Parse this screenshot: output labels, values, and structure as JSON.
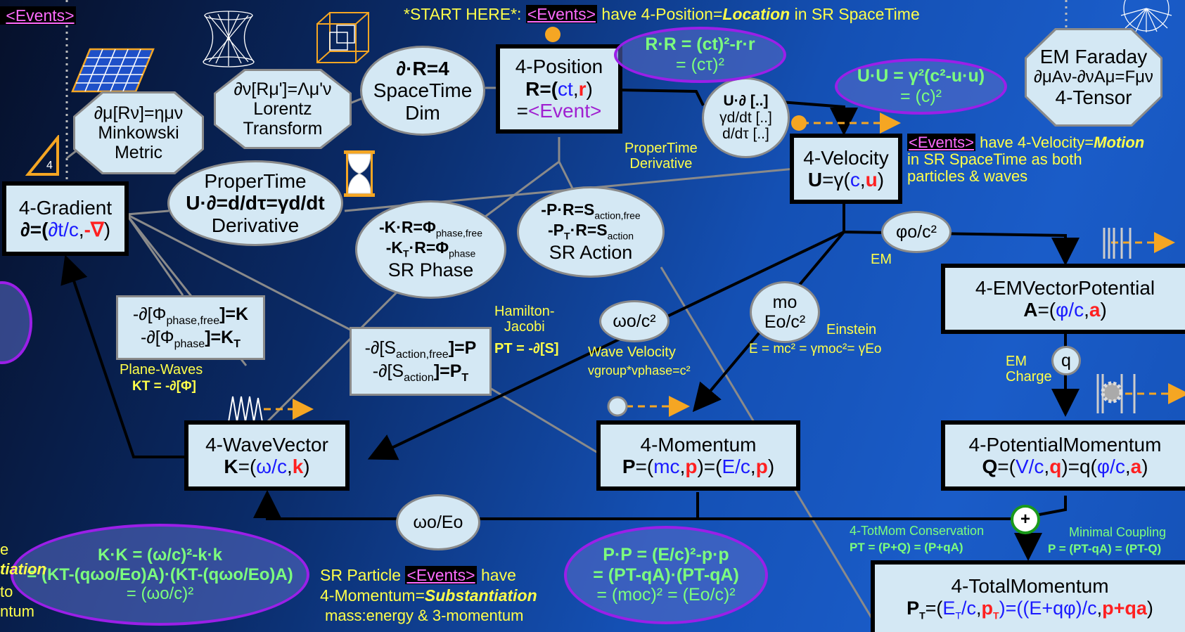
{
  "header": {
    "start_here": "*START HERE*:",
    "events": "<Events>",
    "have_text": "have 4-Position=",
    "location": "Location",
    "in_sr": "in SR SpaceTime",
    "top_left_events": "<Events>"
  },
  "nodes": {
    "position": {
      "title": "4-Position",
      "eq_prefix": "R=(",
      "ct": "ct",
      "comma": ",",
      "r": "r",
      "close": ")",
      "eq2": "=",
      "event": "<Event>"
    },
    "velocity": {
      "title": "4-Velocity",
      "eq_prefix": "U=γ(",
      "c": "c",
      "comma": ",",
      "u": "u",
      "close": ")"
    },
    "gradient": {
      "title": "4-Gradient",
      "eq_prefix": "∂=(",
      "dt": "∂t",
      "slash_c": "/c",
      "comma": ",",
      "nabla": "-∇",
      "close": ")"
    },
    "wavevector": {
      "title": "4-WaveVector",
      "eq_prefix": "K=(",
      "w": "ω/c",
      "comma": ",",
      "k": "k",
      "close": ")"
    },
    "momentum": {
      "title": "4-Momentum",
      "eq_prefix": "P=(",
      "mc": "mc",
      "comma1": ",",
      "p1": "p",
      "mid": ")=(",
      "ec": "E/c",
      "comma2": ",",
      "p2": "p",
      "close": ")"
    },
    "emvector": {
      "title": "4-EMVectorPotential",
      "eq_prefix": "A=(",
      "phi": "φ/c",
      "comma": ",",
      "a": "a",
      "close": ")"
    },
    "potmom": {
      "title": "4-PotentialMomentum",
      "eq_prefix": "Q=(",
      "vc": "V/c",
      "comma1": ",",
      "q": "q",
      "mid": ")=q(",
      "phi": "φ/c",
      "comma2": ",",
      "a": "a",
      "close": ")"
    },
    "totmom": {
      "title": "4-TotalMomentum",
      "eq_prefix": "P",
      "sub_t": "T",
      "eq_open": "=(",
      "et": "E",
      "et_sub": "T",
      "et_c": "/c",
      "comma": ",",
      "pt": "p",
      "pt_sub": "T",
      "mid": ")=((E+qφ)/c",
      "comma2": ",",
      "p_qa": "p+qa",
      "close": ")"
    }
  },
  "ellipses": {
    "dr": {
      "line1": "∂·R=4",
      "line2": "SpaceTime",
      "line3": "Dim"
    },
    "propertime": {
      "line1": "ProperTime",
      "line2": "U·∂=d/dτ=γd/dt",
      "line3": "Derivative"
    },
    "phase": {
      "line1": "-K·R=Φ",
      "sub1": "phase,free",
      "line2": "-K",
      "sub2": "T",
      "line2b": "·R=Φ",
      "sub2b": "phase",
      "line3": "SR Phase"
    },
    "action": {
      "line1": "-P·R=S",
      "sub1": "action,free",
      "line2": "-P",
      "sub2": "T",
      "line2b": "·R=S",
      "sub2b": "action",
      "line3": "SR Action"
    },
    "ud": {
      "line1": "U·∂ [..]",
      "line2": "γd/dt [..]",
      "line3": "d/dτ [..]"
    },
    "phi_c2": {
      "text": "φo/c²"
    },
    "w_c2": {
      "text": "ωo/c²"
    },
    "m_e": {
      "line1": "mo",
      "line2": "Eo/c²"
    },
    "w_e": {
      "text": "ωo/Eo"
    },
    "q": {
      "text": "q"
    }
  },
  "octagons": {
    "minkowski": {
      "line1": "∂μ[Rν]=ημν",
      "line2": "Minkowski",
      "line3": "Metric"
    },
    "lorentz": {
      "line1": "∂ν[Rμ']=Λμ'ν",
      "line2": "Lorentz",
      "line3": "Transform"
    },
    "faraday": {
      "line1": "EM Faraday",
      "line2": "∂μAν-∂νAμ=Fμν",
      "line3": "4-Tensor"
    }
  },
  "gray_boxes": {
    "phase_box": {
      "line1": "-∂[Φ",
      "sub1": "phase,free",
      "line1b": "]=K",
      "line2": "-∂[Φ",
      "sub2": "phase",
      "line2b": "]=K",
      "sub2b": "T"
    },
    "action_box": {
      "line1": "-∂[S",
      "sub1": "action,free",
      "line1b": "]=P",
      "line2": "-∂[S",
      "sub2": "action",
      "line2b": "]=P",
      "sub2b": "T"
    }
  },
  "purple_ellipses": {
    "rr": {
      "line1": "R·R = (ct)²-r·r",
      "line2": "= (cτ)²"
    },
    "uu": {
      "line1": "U·U = γ²(c²-u·u)",
      "line2": "= (c)²"
    },
    "kk": {
      "line1": "K·K = (ω/c)²-k·k",
      "line2": "= (KT-(qωo/Eo)A)·(KT-(qωo/Eo)A)",
      "line3": "= (ωo/c)²"
    },
    "pp": {
      "line1": "P·P = (E/c)²-p·p",
      "line2": "= (PT-qA)·(PT-qA)",
      "line3": "= (moc)² = (Eo/c)²"
    }
  },
  "labels": {
    "propertime_deriv": "ProperTime\nDerivative",
    "events_velocity_1": "<Events>",
    "events_velocity_2": "have 4-Velocity=",
    "motion": "Motion",
    "events_velocity_3": "in SR SpaceTime as both",
    "events_velocity_4": "particles & waves",
    "em": "EM",
    "hamilton": "Hamilton-\nJacobi",
    "hamilton_eq": "PT = -∂[S]",
    "wave_velocity": "Wave Velocity",
    "wave_velocity_eq": "vgroup*vphase=c²",
    "einstein": "Einstein",
    "einstein_eq": "E = mc² = γmoc²= γEo",
    "plane_waves": "Plane-Waves",
    "plane_waves_eq": "KT = -∂[Φ]",
    "em_charge": "EM\nCharge",
    "totmom_cons": "4-TotMom Conservation",
    "totmom_cons_eq": "PT = (P+Q) = (P+qA)",
    "min_coupling": "Minimal Coupling",
    "min_coupling_eq": "P = (PT-qA) = (PT-Q)",
    "sr_particle_1": "SR Particle",
    "sr_particle_events": "<Events>",
    "sr_particle_2": "have",
    "sr_particle_3": "4-Momentum=",
    "substantiation": "Substantiation",
    "sr_particle_4": "mass:energy & 3-momentum",
    "left_e": "e",
    "left_tiation": "tiation",
    "left_to": "to",
    "left_ntum": "ntum",
    "plus": "+",
    "four": "4"
  },
  "colors": {
    "node_fill": "#d4e8f4",
    "label_yellow": "#ffff4a",
    "label_green": "#7dff7d",
    "purple_border": "#9b1fe8",
    "arrow_orange": "#f5a623",
    "events_magenta": "#ff6bff"
  },
  "icons": [
    "grid-icon",
    "hyperboloid-icon",
    "tesseract-icon",
    "triangle-icon",
    "hourglass-icon",
    "wave-packet-icon",
    "circle-icon",
    "gear-icon",
    "comb-icon",
    "starburst-icon"
  ]
}
